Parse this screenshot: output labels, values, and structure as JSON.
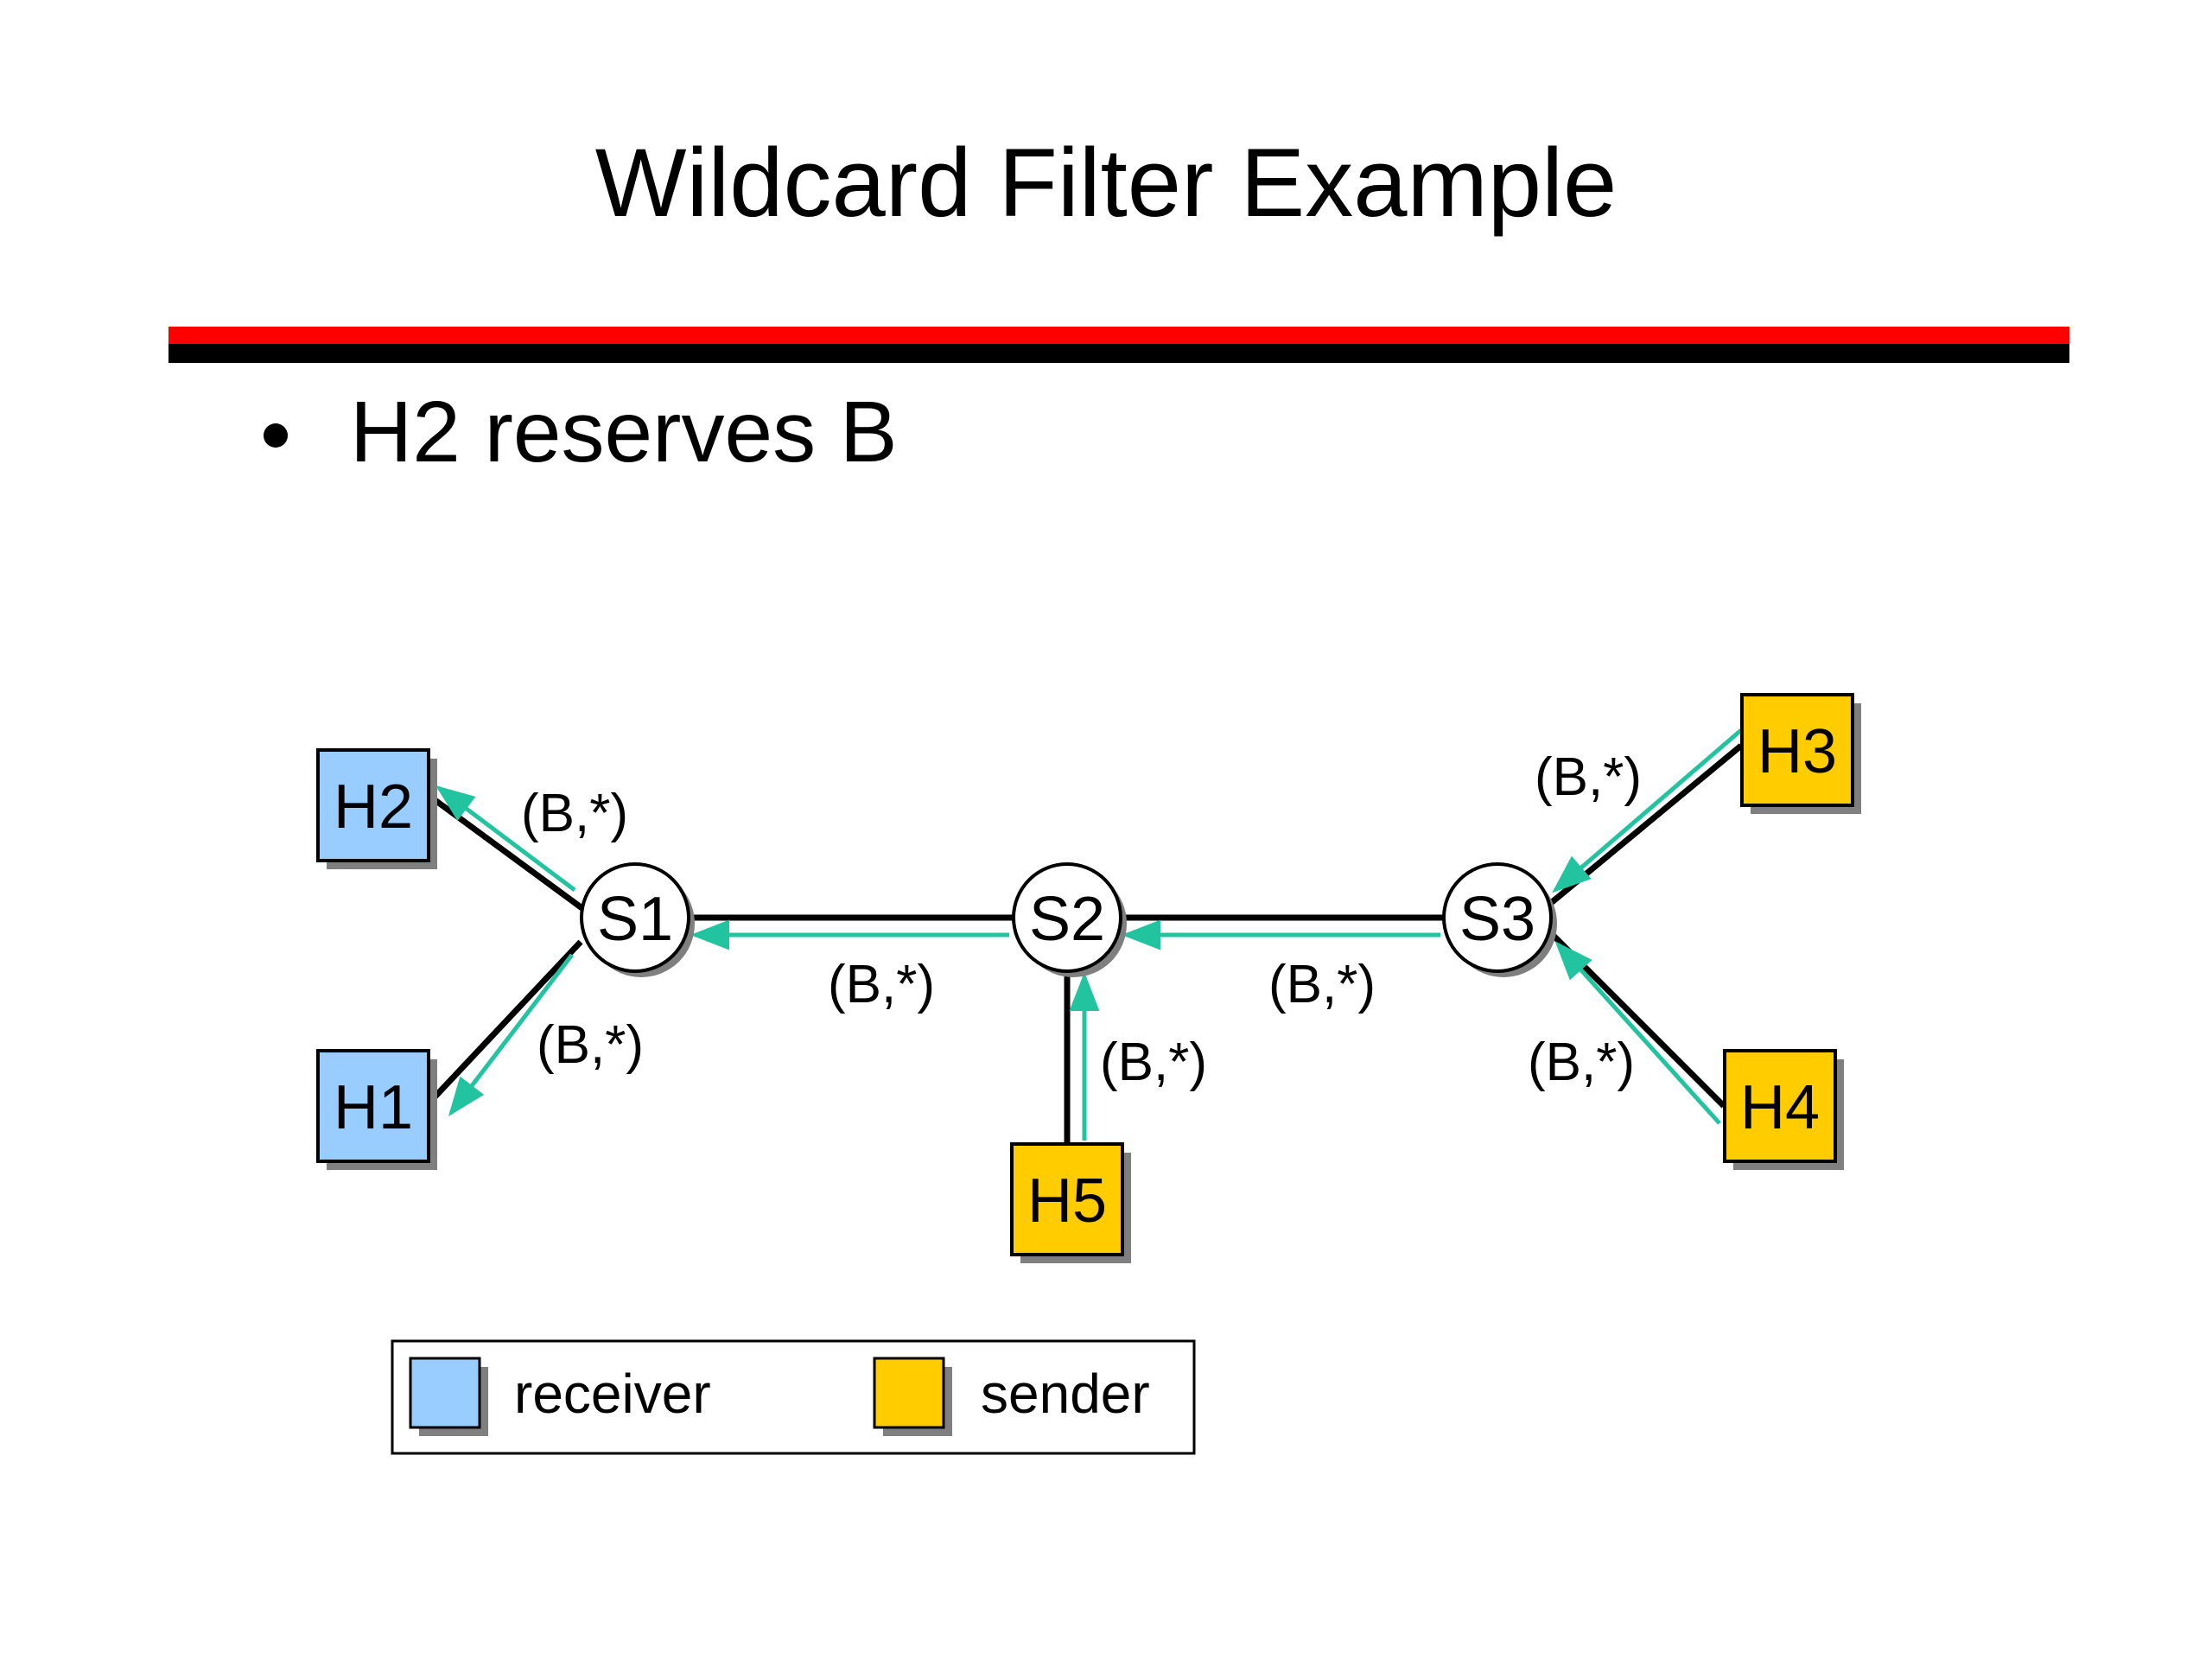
{
  "title": "Wildcard Filter Example",
  "bullet": "H2 reserves B",
  "colors": {
    "receiver": "#99ccff",
    "sender": "#ffcc00",
    "reservation_arrow": "#22c4a0",
    "link": "#000000",
    "rule_red": "#ff0000",
    "rule_black": "#000000",
    "shadow": "#7f7f7f"
  },
  "routers": [
    {
      "id": "S1",
      "label": "S1"
    },
    {
      "id": "S2",
      "label": "S2"
    },
    {
      "id": "S3",
      "label": "S3"
    }
  ],
  "hosts": [
    {
      "id": "H1",
      "label": "H1",
      "role": "receiver"
    },
    {
      "id": "H2",
      "label": "H2",
      "role": "receiver"
    },
    {
      "id": "H3",
      "label": "H3",
      "role": "sender"
    },
    {
      "id": "H4",
      "label": "H4",
      "role": "sender"
    },
    {
      "id": "H5",
      "label": "H5",
      "role": "sender"
    }
  ],
  "links": [
    {
      "from": "H2",
      "to": "S1"
    },
    {
      "from": "H1",
      "to": "S1"
    },
    {
      "from": "S1",
      "to": "S2"
    },
    {
      "from": "S2",
      "to": "S3"
    },
    {
      "from": "S2",
      "to": "H5"
    },
    {
      "from": "S3",
      "to": "H3"
    },
    {
      "from": "S3",
      "to": "H4"
    }
  ],
  "reservations": [
    {
      "from": "S1",
      "to": "H2",
      "label": "(B,*)"
    },
    {
      "from": "S1",
      "to": "H1",
      "label": "(B,*)"
    },
    {
      "from": "S2",
      "to": "S1",
      "label": "(B,*)"
    },
    {
      "from": "S3",
      "to": "S2",
      "label": "(B,*)"
    },
    {
      "from": "H5",
      "to": "S2",
      "label": "(B,*)"
    },
    {
      "from": "H3",
      "to": "S3",
      "label": "(B,*)"
    },
    {
      "from": "H4",
      "to": "S3",
      "label": "(B,*)"
    }
  ],
  "legend": {
    "receiver_label": "receiver",
    "sender_label": "sender"
  }
}
